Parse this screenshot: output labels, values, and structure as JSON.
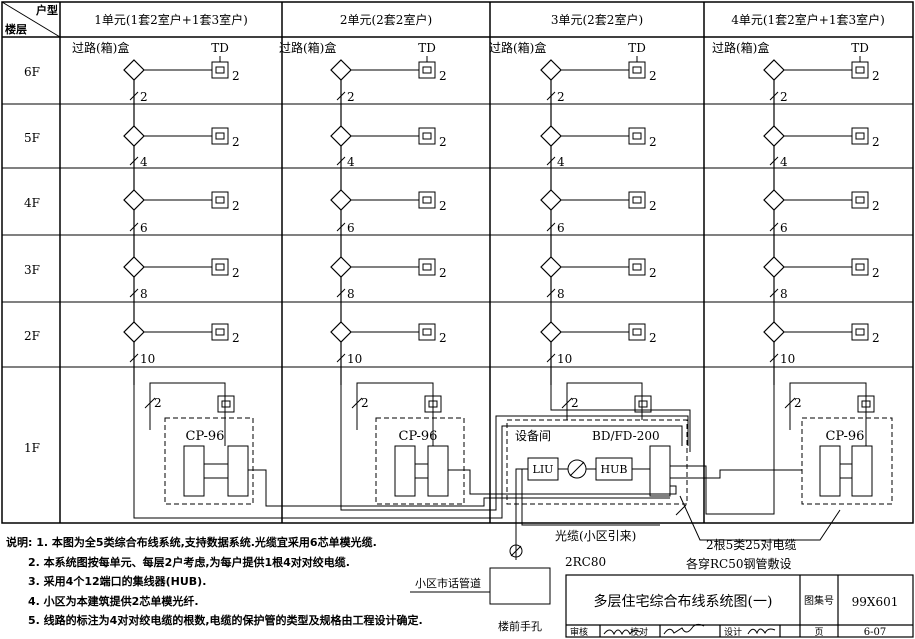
{
  "header": {
    "corner_type": "户型",
    "corner_floor": "楼层",
    "units": [
      "1单元(1套2室户+1套3室户)",
      "2单元(2套2室户)",
      "3单元(2套2室户)",
      "4单元(1套2室户+1套3室户)"
    ]
  },
  "floors": [
    "6F",
    "5F",
    "4F",
    "3F",
    "2F",
    "1F"
  ],
  "labels": {
    "box": "过路(箱)盒",
    "td": "TD",
    "outlet_count": "2",
    "pair_counts": [
      "2",
      "4",
      "6",
      "8",
      "10"
    ],
    "cp": "CP-96",
    "equipment_room": "设备间",
    "bd": "BD/FD-200",
    "liu": "LIU",
    "hub": "HUB",
    "fiber": "光缆(小区引来)",
    "fiber_pipe": "2RC80",
    "cable": "2根5类25对电缆",
    "cable_pipe": "各穿RC50钢管敷设",
    "phone_duct": "小区市话管道",
    "handhole": "楼前手孔"
  },
  "notes": {
    "prefix": "说明:",
    "items": [
      "1. 本图为全5类综合布线系统,支持数据系统.光缆宜采用6芯单模光缆.",
      "2. 本系统图按每单元、每层2户考虑,为每户提供1根4对对绞电缆.",
      "3. 采用4个12端口的集线器(HUB).",
      "4. 小区为本建筑提供2芯单模光纤.",
      "5. 线路的标注为4对对绞电缆的根数,电缆的保护管的类型及规格由工程设计确定."
    ]
  },
  "title_block": {
    "title": "多层住宅综合布线系统图(一)",
    "atlas_label": "图集号",
    "atlas_no": "99X601",
    "review": "审核",
    "check": "校对",
    "design": "设计",
    "page_label": "页",
    "page_no": "6-07"
  }
}
